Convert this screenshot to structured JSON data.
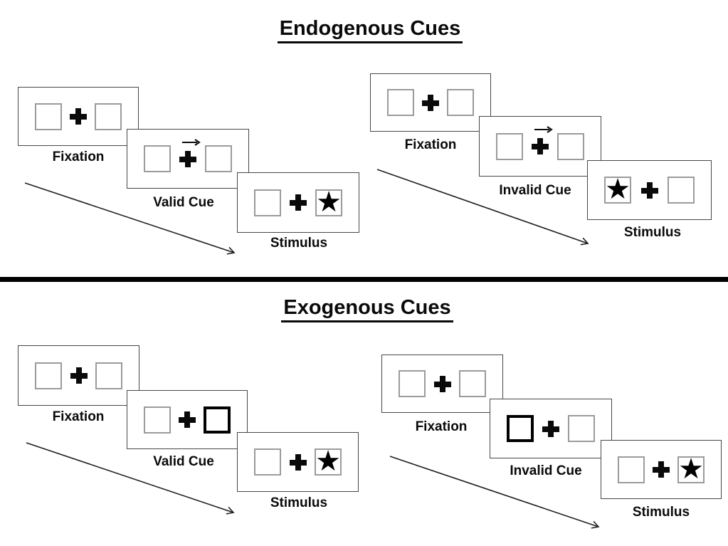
{
  "canvas": {
    "background": "#ffffff",
    "divider_color": "#000000",
    "accent_color": "#0a0a0a",
    "box_border_color": "#9b9b9b"
  },
  "glyphs": {
    "star": "★"
  },
  "sections": [
    {
      "title": "Endogenous Cues",
      "cue_type": "central rightward arrow above fixation cross",
      "trials": [
        {
          "name": "valid",
          "cue_direction": "right",
          "star_side": "right",
          "panels": [
            {
              "label": "Fixation"
            },
            {
              "label": "Valid Cue"
            },
            {
              "label": "Stimulus"
            }
          ]
        },
        {
          "name": "invalid",
          "cue_direction": "right",
          "star_side": "left",
          "panels": [
            {
              "label": "Fixation"
            },
            {
              "label": "Invalid Cue"
            },
            {
              "label": "Stimulus"
            }
          ]
        }
      ]
    },
    {
      "title": "Exogenous Cues",
      "cue_type": "thick black outline highlighting one peripheral box",
      "trials": [
        {
          "name": "valid",
          "highlighted_box": "right",
          "star_side": "right",
          "panels": [
            {
              "label": "Fixation"
            },
            {
              "label": "Valid Cue"
            },
            {
              "label": "Stimulus"
            }
          ]
        },
        {
          "name": "invalid",
          "highlighted_box": "left",
          "star_side": "right",
          "panels": [
            {
              "label": "Fixation"
            },
            {
              "label": "Invalid Cue"
            },
            {
              "label": "Stimulus"
            }
          ]
        }
      ]
    }
  ]
}
